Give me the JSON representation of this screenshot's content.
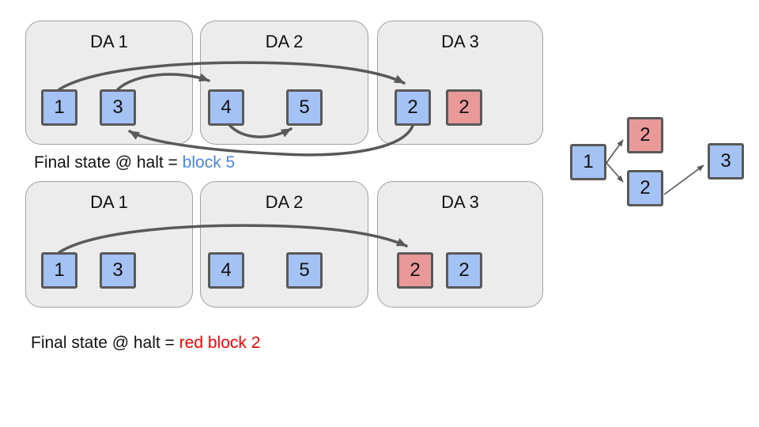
{
  "colors": {
    "block_blue": "#a4c2f4",
    "block_red": "#ea9999",
    "block_border": "#595959",
    "container_fill": "#ececec",
    "container_border": "#a3a3a3",
    "arrow": "#595959",
    "highlight_blue": "#4a86e8",
    "highlight_red": "#ff0000"
  },
  "diagram_top": {
    "containers": [
      {
        "label": "DA 1",
        "blocks": [
          {
            "value": "1",
            "color": "blue"
          },
          {
            "value": "3",
            "color": "blue"
          }
        ]
      },
      {
        "label": "DA 2",
        "blocks": [
          {
            "value": "4",
            "color": "blue"
          },
          {
            "value": "5",
            "color": "blue"
          }
        ]
      },
      {
        "label": "DA 3",
        "blocks": [
          {
            "value": "2",
            "color": "blue"
          },
          {
            "value": "2",
            "color": "red"
          }
        ]
      }
    ],
    "edges": [
      {
        "from": "block 1 (DA 1)",
        "to": "blue block 2 (DA 3)"
      },
      {
        "from": "block 3 (DA 1)",
        "to": "block 4 (DA 2)"
      },
      {
        "from": "block 4 (DA 2)",
        "to": "block 5 (DA 2)"
      },
      {
        "from": "blue block 2 (DA 3)",
        "to": "block 3 (DA 1)"
      }
    ],
    "caption": {
      "prefix": "Final state @ halt = ",
      "highlight": "block 5",
      "highlight_color": "#4a86e8"
    }
  },
  "diagram_bottom": {
    "containers": [
      {
        "label": "DA 1",
        "blocks": [
          {
            "value": "1",
            "color": "blue"
          },
          {
            "value": "3",
            "color": "blue"
          }
        ]
      },
      {
        "label": "DA 2",
        "blocks": [
          {
            "value": "4",
            "color": "blue"
          },
          {
            "value": "5",
            "color": "blue"
          }
        ]
      },
      {
        "label": "DA 3",
        "blocks": [
          {
            "value": "2",
            "color": "red"
          },
          {
            "value": "2",
            "color": "blue"
          }
        ]
      }
    ],
    "edges": [
      {
        "from": "block 1 (DA 1)",
        "to": "red block 2 (DA 3)"
      }
    ],
    "caption": {
      "prefix": "Final state @ halt = ",
      "highlight": "red block 2",
      "highlight_color": "#ff0000"
    }
  },
  "fork_graph": {
    "nodes": [
      {
        "value": "1",
        "color": "blue"
      },
      {
        "value": "2",
        "color": "red"
      },
      {
        "value": "2",
        "color": "blue"
      },
      {
        "value": "3",
        "color": "blue"
      }
    ],
    "edges": [
      {
        "from": "1",
        "to": "2 (red)"
      },
      {
        "from": "1",
        "to": "2 (blue)"
      },
      {
        "from": "2 (blue)",
        "to": "3"
      }
    ]
  }
}
